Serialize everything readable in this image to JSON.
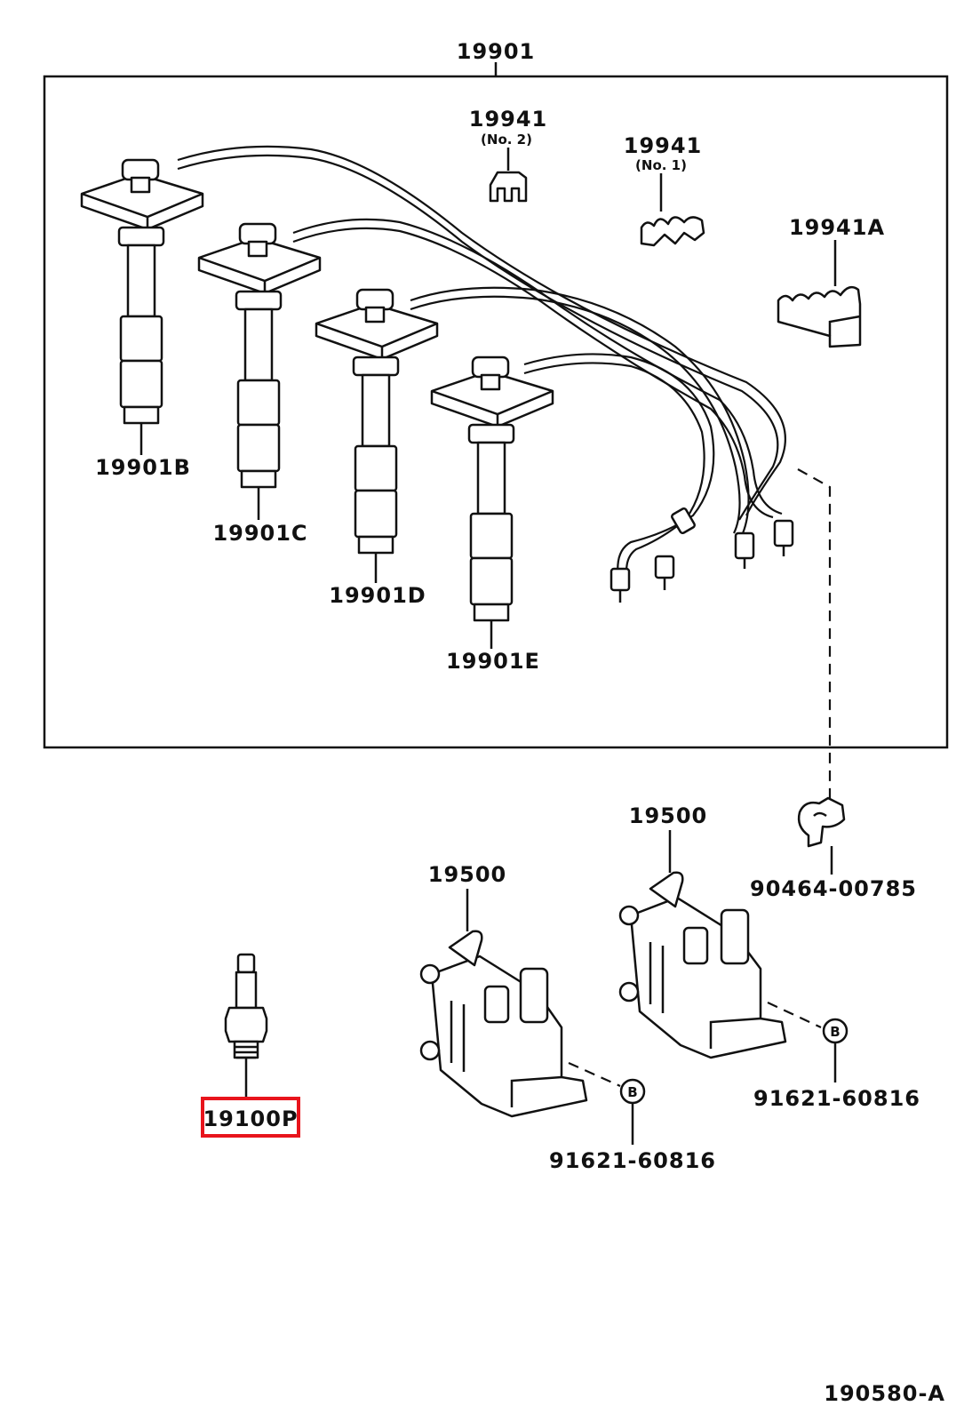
{
  "labels": {
    "set": "19901",
    "clamp_no2": "19941",
    "clamp_no2_sub": "(No. 2)",
    "clamp_no1": "19941",
    "clamp_no1_sub": "(No. 1)",
    "clamp_a": "19941A",
    "cord_b": "19901B",
    "cord_c": "19901C",
    "cord_d": "19901D",
    "cord_e": "19901E",
    "clip": "90464-00785",
    "coil_right": "19500",
    "coil_left": "19500",
    "bolt_right": "91621-60816",
    "bolt_left": "91621-60816",
    "bolt_marker_right": "B",
    "bolt_marker_left": "B",
    "spark_plug": "19100P",
    "figure_code": "190580-A"
  },
  "colors": {
    "line": "#111111",
    "highlight": "#e8141c",
    "background": "#ffffff"
  }
}
